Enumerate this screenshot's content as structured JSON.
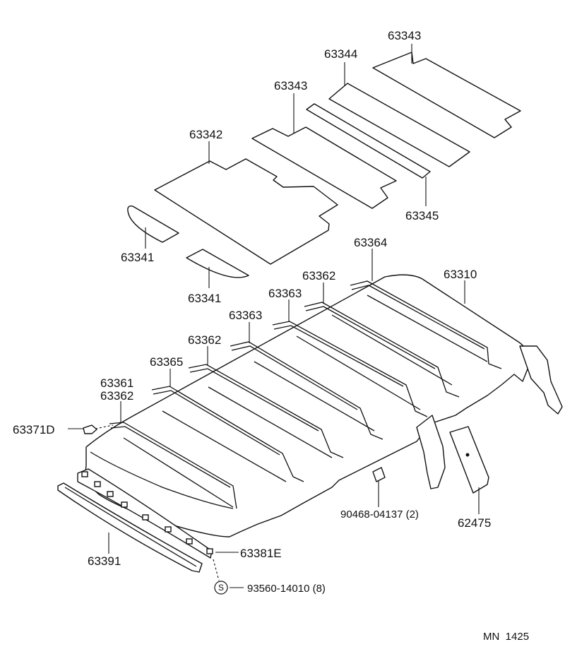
{
  "labels": {
    "p63343_top": "63343",
    "p63344": "63344",
    "p63343_mid": "63343",
    "p63342": "63342",
    "p63345": "63345",
    "p63341_a": "63341",
    "p63341_b": "63341",
    "p63364": "63364",
    "p63310": "63310",
    "p63362_a": "63362",
    "p63363_a": "63363",
    "p63363_b": "63363",
    "p63362_b": "63362",
    "p63365": "63365",
    "p63361": "63361",
    "p63362_c": "63362",
    "p63371d": "63371D",
    "p90468": "90468-04137 (2)",
    "p62475": "62475",
    "p63381e": "63381E",
    "p63391": "63391",
    "s_mark": "S",
    "p93560": "93560-14010 (8)",
    "footer_code": "MN  1425"
  }
}
